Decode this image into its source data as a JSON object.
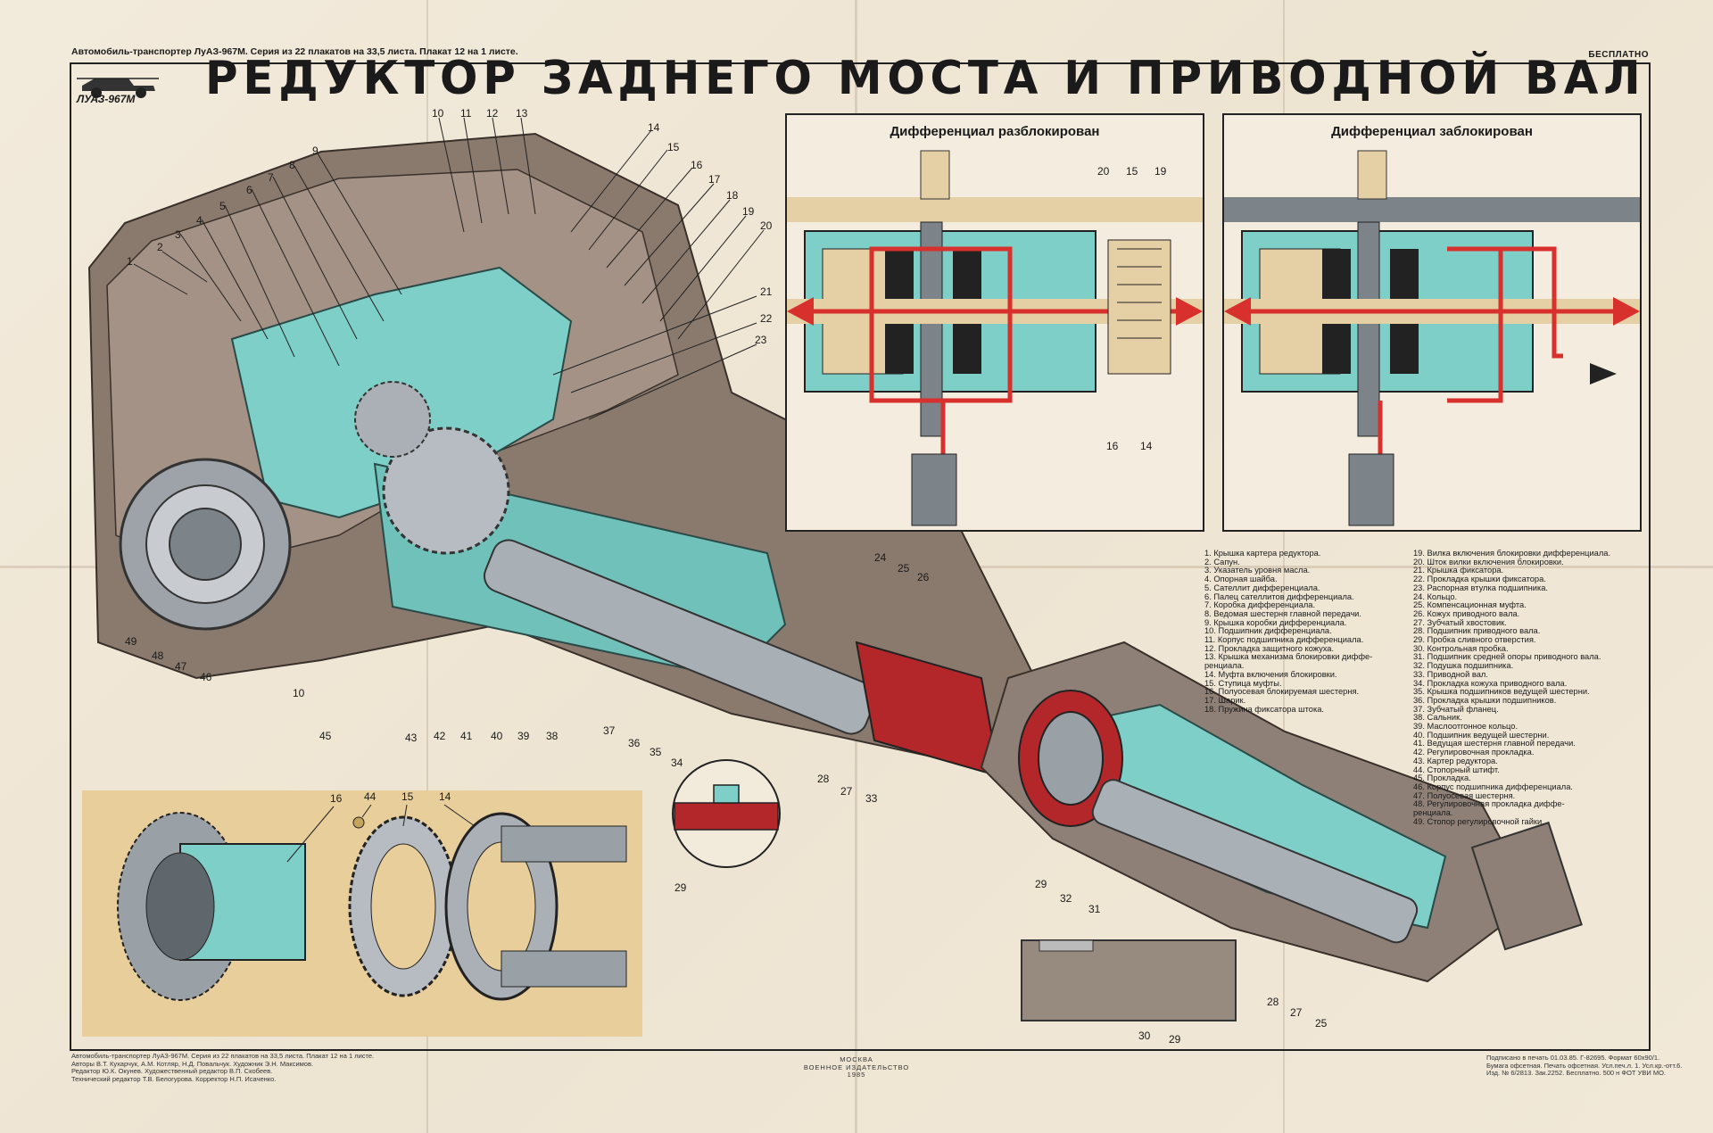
{
  "header": {
    "series_line": "Автомобиль-транспортер ЛуАЗ-967М. Серия из 22 плакатов на 33,5 листа. Плакат 12 на 1 листе.",
    "free": "БЕСПЛАТНО",
    "logo_text": "ЛУАЗ-967М",
    "title": "РЕДУКТОР  ЗАДНЕГО  МОСТА  И  ПРИВОДНОЙ  ВАЛ"
  },
  "panels": {
    "unlocked_title": "Дифференциал разблокирован",
    "locked_title": "Дифференциал заблокирован"
  },
  "callouts": {
    "main": [
      "1",
      "2",
      "3",
      "4",
      "5",
      "6",
      "7",
      "8",
      "9",
      "10",
      "11",
      "12",
      "13",
      "14",
      "15",
      "16",
      "17",
      "18",
      "19",
      "20",
      "21",
      "22",
      "23",
      "24",
      "25",
      "26",
      "27",
      "28",
      "33",
      "34",
      "35",
      "36",
      "37",
      "38",
      "39",
      "40",
      "41",
      "42",
      "43",
      "45",
      "10",
      "46",
      "47",
      "48",
      "49"
    ],
    "unlocked": [
      "20",
      "15",
      "19",
      "16",
      "14"
    ],
    "inset": [
      "16",
      "44",
      "15",
      "14"
    ],
    "shaft": [
      "29",
      "32",
      "31",
      "28",
      "27",
      "25",
      "30",
      "29",
      "29"
    ]
  },
  "legend_left": [
    "1. Крышка картера редуктора.",
    "2. Сапун.",
    "3. Указатель уровня масла.",
    "4. Опорная шайба.",
    "5. Сателлит дифференциала.",
    "6. Палец сателлитов дифференциала.",
    "7. Коробка дифференциала.",
    "8. Ведомая шестерня главной передачи.",
    "9. Крышка коробки дифференциала.",
    "10. Подшипник дифференциала.",
    "11. Корпус подшипника дифференциала.",
    "12. Прокладка защитного кожуха.",
    "13. Крышка механизма блокировки диффе-",
    "ренциала.",
    "14. Муфта включения блокировки.",
    "15. Ступица муфты.",
    "16. Полуосевая блокируемая шестерня.",
    "17. Шарик.",
    "18. Пружина фиксатора штока."
  ],
  "legend_right": [
    "19. Вилка включения блокировки дифференциала.",
    "20. Шток вилки включения блокировки.",
    "21. Крышка фиксатора.",
    "22. Прокладка крышки фиксатора.",
    "23. Распорная втулка подшипника.",
    "24. Кольцо.",
    "25. Компенсационная муфта.",
    "26. Кожух приводного вала.",
    "27. Зубчатый хвостовик.",
    "28. Подшипник приводного вала.",
    "29. Пробка сливного отверстия.",
    "30. Контрольная пробка.",
    "31. Подшипник средней опоры приводного вала.",
    "32. Подушка подшипника.",
    "33. Приводной вал.",
    "34. Прокладка кожуха приводного вала.",
    "35. Крышка подшипников ведущей шестерни.",
    "36. Прокладка крышки подшипников.",
    "37. Зубчатый фланец.",
    "38. Сальник.",
    "39. Маслоотгонное кольцо.",
    "40. Подшипник ведущей шестерни.",
    "41. Ведущая шестерня главной передачи.",
    "42. Регулировочная прокладка.",
    "43. Картер редуктора.",
    "44. Стопорный штифт.",
    "45. Прокладка.",
    "46. Корпус подшипника дифференциала.",
    "47. Полуосевая шестерня.",
    "48. Регулировочная прокладка диффе-",
    "ренциала.",
    "49. Стопор регулировочной гайки."
  ],
  "footer": {
    "left": [
      "Автомобиль-транспортер ЛуАЗ-967М. Серия из 22 плакатов на 33,5 листа. Плакат 12 на 1 листе.",
      "Авторы В.Т. Кухарчук, А.М. Котляр, Н.Д. Повальчук. Художник Э.Н. Максимов.",
      "Редактор Ю.К. Окунев. Художественный редактор В.П. Скобеев.",
      "Технический редактор Т.В. Белогурова. Корректор Н.П. Исаченко."
    ],
    "center": [
      "МОСКВА",
      "ВОЕННОЕ ИЗДАТЕЛЬСТВО",
      "1985"
    ],
    "right": [
      "Подписано в печать 01.03.85. Г-82695. Формат 60х90/1.",
      "Бумага офсетная. Печать офсетная. Усл.печ.л. 1. Усл.кр.-отт.6.",
      "Изд. № 6/2813. Зак.2252. Бесплатно. 500 н ФОТ УВИ МО."
    ]
  }
}
